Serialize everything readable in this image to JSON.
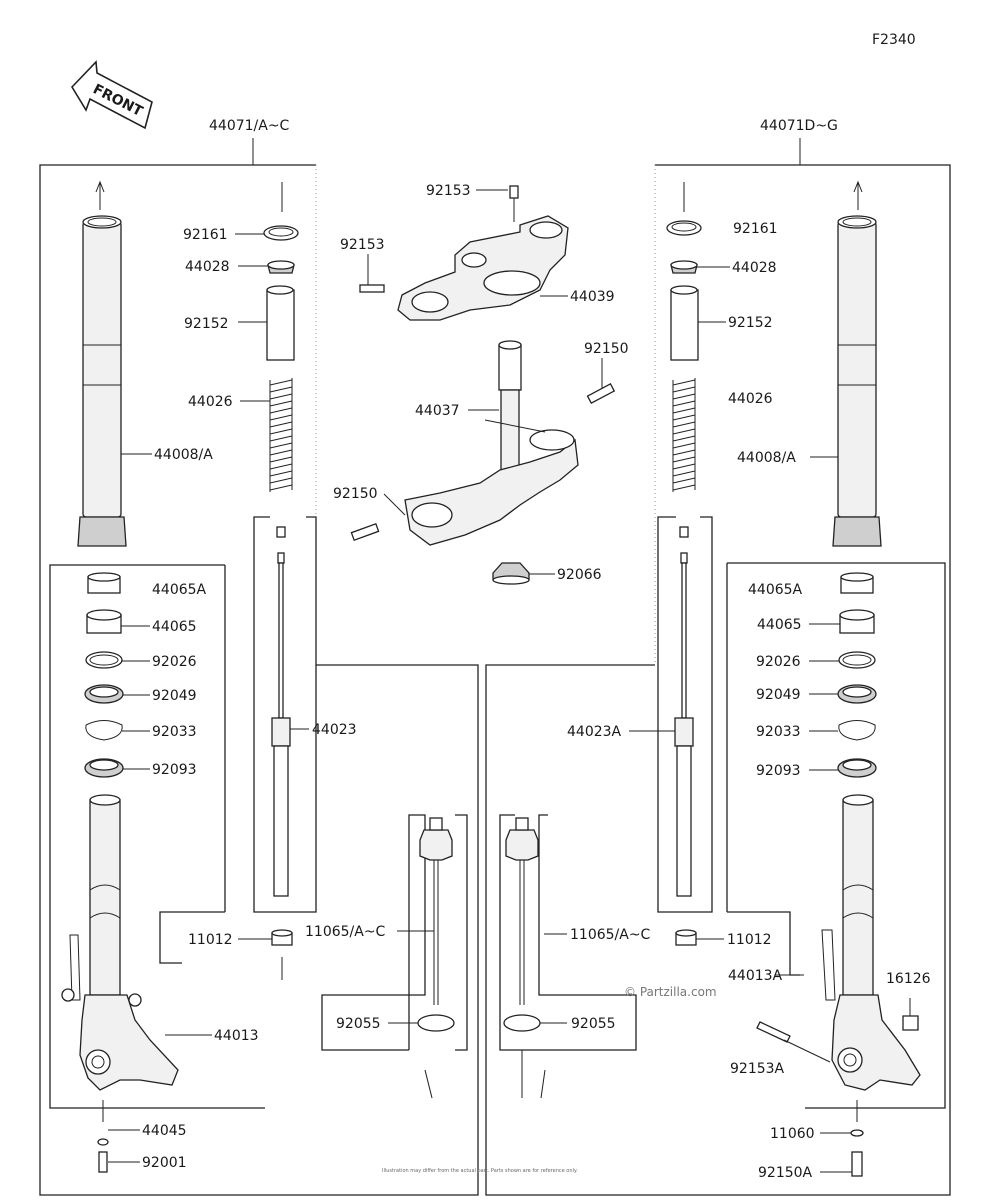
{
  "diagram_code": "F2340",
  "front_label": "FRONT",
  "watermark": "© Partzilla.com",
  "footer_note": "Illustration may differ from the actual part. Parts shown are for reference only.",
  "labels": {
    "p44071AC": "44071/A~C",
    "p44071DG": "44071D~G",
    "p92161L": "92161",
    "p92161R": "92161",
    "p44028L": "44028",
    "p44028R": "44028",
    "p92152L": "92152",
    "p92152R": "92152",
    "p44026L": "44026",
    "p44026R": "44026",
    "p44008L": "44008/A",
    "p44008R": "44008/A",
    "p44065AL": "44065A",
    "p44065AR": "44065A",
    "p44065L": "44065",
    "p44065R": "44065",
    "p92026L": "92026",
    "p92026R": "92026",
    "p92049L": "92049",
    "p92049R": "92049",
    "p92033L": "92033",
    "p92033R": "92033",
    "p92093L": "92093",
    "p92093R": "92093",
    "p44023": "44023",
    "p44023A": "44023A",
    "p11012L": "11012",
    "p11012R": "11012",
    "p11065L": "11065/A~C",
    "p11065R": "11065/A~C",
    "p92055L": "92055",
    "p92055R": "92055",
    "p44013": "44013",
    "p44013A": "44013A",
    "p44045": "44045",
    "p92001": "92001",
    "p92153top": "92153",
    "p92153left": "92153",
    "p44039": "44039",
    "p92150top": "92150",
    "p44037": "44037",
    "p92150left": "92150",
    "p92066": "92066",
    "p16126": "16126",
    "p92153A": "92153A",
    "p11060": "11060",
    "p92150A": "92150A"
  }
}
